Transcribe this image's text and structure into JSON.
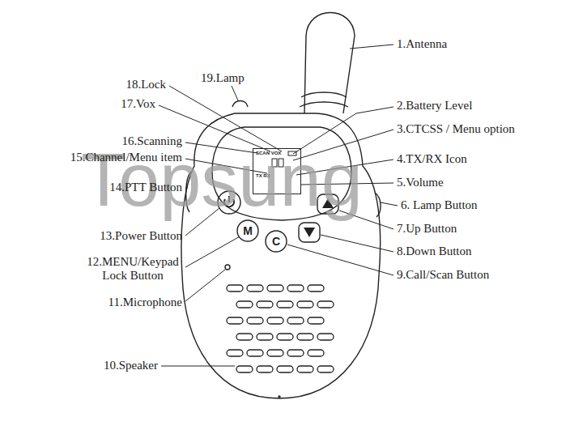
{
  "diagram": {
    "nodes": [
      {
        "text": [
          "SCAN VOX",
          "TX RX"
        ]
      },
      {
        "text": [
          "M"
        ]
      },
      {
        "text": [
          "C"
        ]
      }
    ],
    "labels": [
      "1.Antenna",
      "2.Battery Level",
      "3.CTCSS / Menu option",
      "4.TX/RX Icon",
      "5.Volume",
      "6. Lamp Button",
      "7.Up Button",
      "8.Down Button",
      "9.Call/Scan Button",
      "10.Speaker",
      "11.Microphone",
      "12.MENU/Keypad Lock Button",
      "13.Power Button",
      "14.PTT Button",
      "15.Channel/Menu item",
      "16.Scanning",
      "17.Vox",
      "18.Lock",
      "19.Lamp",
      "Topsung"
    ]
  }
}
